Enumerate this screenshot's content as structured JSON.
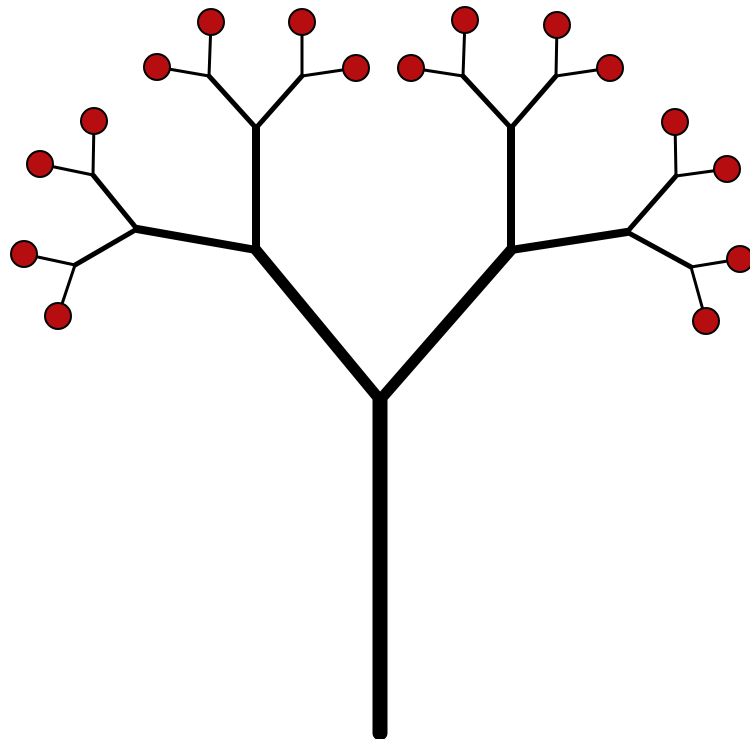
{
  "diagram": {
    "type": "binary-tree",
    "depth": 4,
    "branch_count": 30,
    "leaf_count": 16,
    "colors": {
      "background": "#ffffff",
      "branch": "#000000",
      "leaf_fill": "#b50d10",
      "leaf_stroke": "#000000"
    }
  }
}
